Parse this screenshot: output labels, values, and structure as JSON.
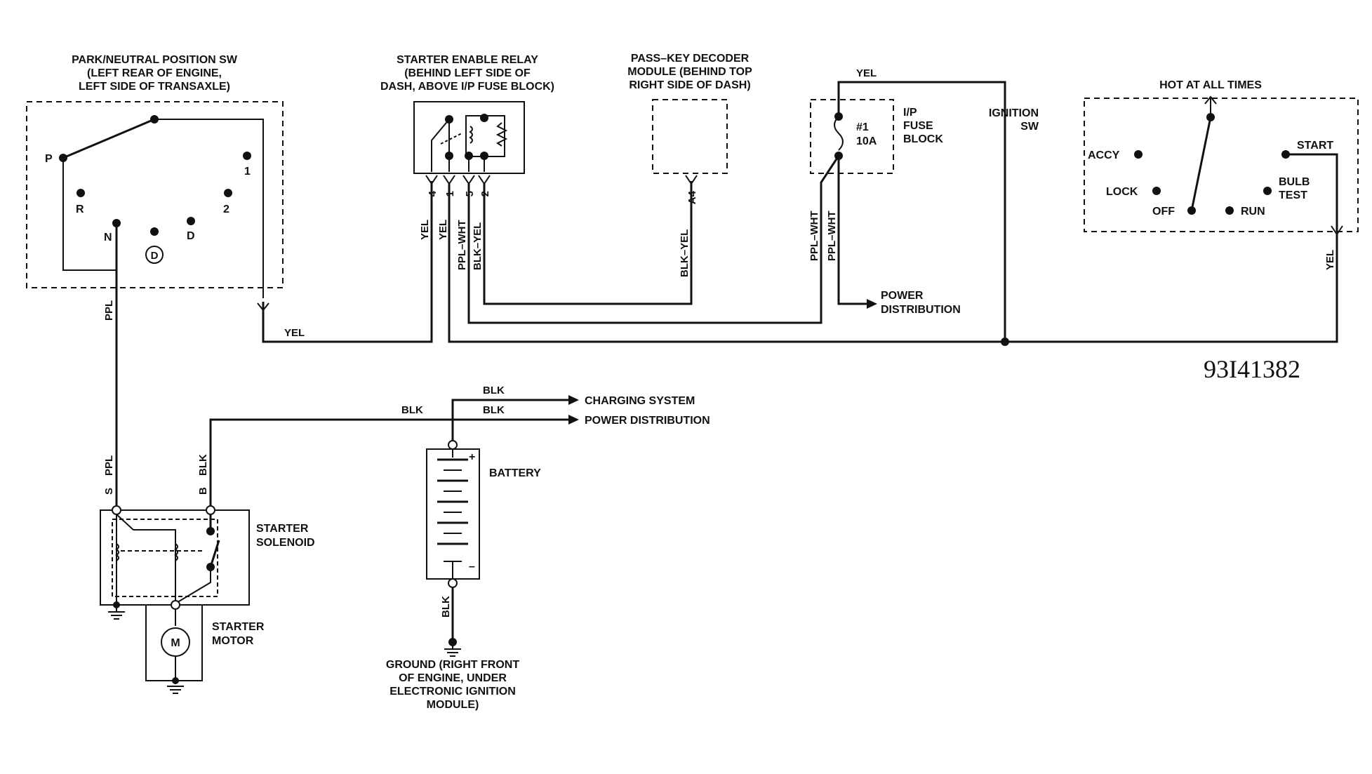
{
  "diagram_code": "93I41382",
  "components": {
    "park_neutral_sw": {
      "title_lines": [
        "PARK/NEUTRAL POSITION SW",
        "(LEFT REAR OF ENGINE,",
        "LEFT SIDE OF TRANSAXLE)"
      ],
      "positions": {
        "p": "P",
        "r": "R",
        "n": "N",
        "d_circle": "D",
        "d": "D",
        "two": "2",
        "one": "1"
      }
    },
    "starter_enable_relay": {
      "title_lines": [
        "STARTER ENABLE RELAY",
        "(BEHIND LEFT SIDE OF",
        "DASH, ABOVE I/P FUSE BLOCK)"
      ],
      "pins": [
        "4",
        "1",
        "5",
        "2"
      ]
    },
    "pass_key_decoder": {
      "title_lines": [
        "PASS–KEY DECODER",
        "MODULE (BEHIND TOP",
        "RIGHT SIDE OF DASH)"
      ],
      "pin": "A4"
    },
    "ip_fuse_block": {
      "title_lines": [
        "I/P",
        "FUSE",
        "BLOCK"
      ],
      "fuse_lines": [
        "#1",
        "10A"
      ]
    },
    "ignition_sw": {
      "title_lines": [
        "IGNITION",
        "SW"
      ],
      "hot_label": "HOT AT ALL TIMES",
      "positions": {
        "accy": "ACCY",
        "lock": "LOCK",
        "off": "OFF",
        "run": "RUN",
        "start": "START",
        "bulb_test_lines": [
          "BULB",
          "TEST"
        ]
      }
    },
    "starter_solenoid": {
      "title_lines": [
        "STARTER",
        "SOLENOID"
      ],
      "terminals": {
        "s": "S",
        "b": "B"
      }
    },
    "starter_motor": {
      "title_lines": [
        "STARTER",
        "MOTOR"
      ],
      "symbol": "M"
    },
    "battery": {
      "title": "BATTERY",
      "plus": "+",
      "minus": "–"
    },
    "ground": {
      "title_lines": [
        "GROUND (RIGHT FRONT",
        "OF ENGINE, UNDER",
        "ELECTRONIC IGNITION",
        "MODULE)"
      ]
    },
    "power_distribution_top": {
      "title_lines": [
        "POWER",
        "DISTRIBUTION"
      ]
    },
    "charging_system": {
      "title": "CHARGING SYSTEM"
    },
    "power_distribution_bottom": {
      "title": "POWER DISTRIBUTION"
    }
  },
  "wires": {
    "ppl_top": "PPL",
    "ppl_bottom": "PPL",
    "yel_pn": "YEL",
    "yel_pin4": "YEL",
    "yel_pin1": "YEL",
    "ppl_wht_pin5": "PPL–WHT",
    "blk_yel_pin2": "BLK–YEL",
    "blk_yel_a4": "BLK–YEL",
    "yel_fuse_top": "YEL",
    "ppl_wht_fuse_a": "PPL–WHT",
    "ppl_wht_fuse_b": "PPL–WHT",
    "yel_ign": "YEL",
    "blk_b": "BLK",
    "blk_batt": "BLK",
    "blk_charging": "BLK",
    "blk_powerdist": "BLK",
    "blk_ground": "BLK"
  }
}
